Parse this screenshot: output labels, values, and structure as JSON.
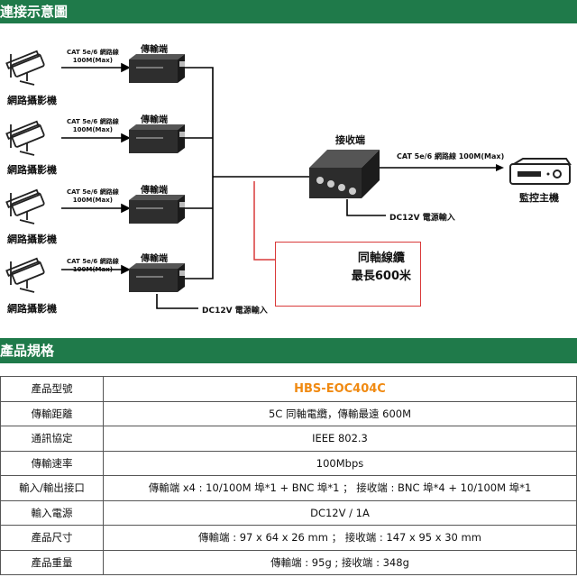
{
  "sections": {
    "connection_title": "連接示意圖",
    "spec_title": "產品規格"
  },
  "diagram": {
    "camera_label": "網路攝影機",
    "cable_label_line1": "CAT 5e/6 網路線",
    "cable_label_line2": "100M(Max)",
    "transmitter_label": "傳輸端",
    "receiver_label": "接收端",
    "output_cable_label": "CAT 5e/6 網路線 100M(Max)",
    "host_label": "監控主機",
    "dc_rx_label": "DC12V 電源輸入",
    "dc_tx_label": "DC12V 電源輸入",
    "coax_line1": "同軸線纜",
    "coax_line2": "最長600米"
  },
  "specs": [
    {
      "key": "產品型號",
      "value": "HBS-EOC404C"
    },
    {
      "key": "傳輸距離",
      "value": "5C 同軸電纜，傳輸最遠 600M"
    },
    {
      "key": "通訊協定",
      "value": "IEEE 802.3"
    },
    {
      "key": "傳輸速率",
      "value": "100Mbps"
    },
    {
      "key": "輸入/輸出接口",
      "value": "傳輸端 x4 : 10/100M 埠*1 + BNC 埠*1 ； 接收端 : BNC 埠*4 + 10/100M 埠*1"
    },
    {
      "key": "輸入電源",
      "value": "DC12V / 1A"
    },
    {
      "key": "產品尺寸",
      "value": "傳輸端 : 97 x 64 x 26 mm ； 接收端 : 147 x 95 x 30 mm"
    },
    {
      "key": "產品重量",
      "value": "傳輸端 : 95g ; 接收端 : 348g"
    }
  ],
  "colors": {
    "section_bar": "#1f7a4a",
    "model_text": "#f08a12",
    "coax_border": "#d93a3a"
  }
}
